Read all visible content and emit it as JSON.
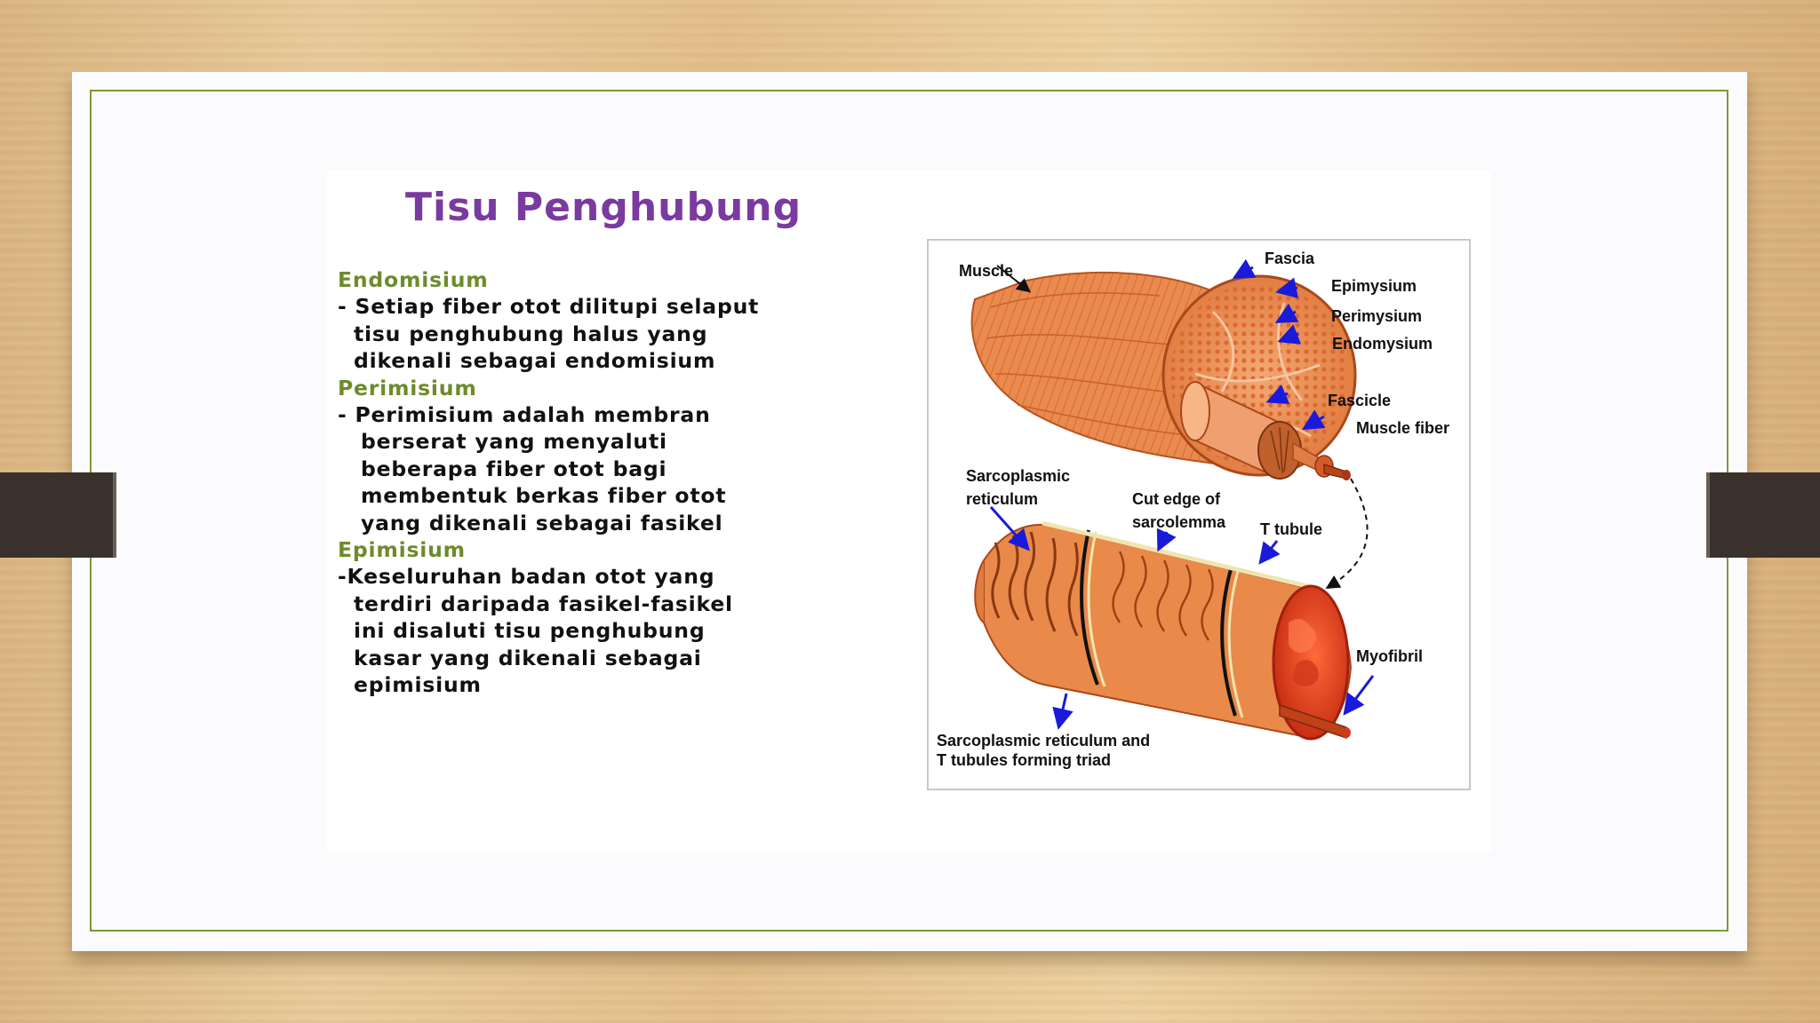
{
  "slide": {
    "title": "Tisu Penghubung",
    "sections": [
      {
        "heading": "Endomisium",
        "lines": [
          "- Setiap fiber otot dilitupi selaput",
          "tisu penghubung halus yang",
          "dikenali sebagai endomisium"
        ]
      },
      {
        "heading": "Perimisium",
        "lines": [
          "- Perimisium adalah membran",
          "berserat yang menyaluti",
          "beberapa fiber otot bagi",
          "membentuk berkas fiber otot",
          "yang dikenali sebagai fasikel"
        ]
      },
      {
        "heading": "Epimisium",
        "lines": [
          "-Keseluruhan badan otot yang",
          "terdiri daripada fasikel-fasikel",
          "ini disaluti tisu penghubung",
          "kasar yang dikenali sebagai",
          "epimisium"
        ]
      }
    ]
  },
  "diagram": {
    "labels": {
      "muscle": "Muscle",
      "fascia": "Fascia",
      "epimysium": "Epimysium",
      "perimysium": "Perimysium",
      "endomysium": "Endomysium",
      "fascicle": "Fascicle",
      "muscle_fiber": "Muscle fiber",
      "sr_line1": "Sarcoplasmic",
      "sr_line2": "reticulum",
      "cut_line1": "Cut edge of",
      "cut_line2": "sarcolemma",
      "t_tubule": "T tubule",
      "myofibril": "Myofibril",
      "triad_line1": "Sarcoplasmic reticulum and",
      "triad_line2": "T tubules forming triad"
    },
    "colors": {
      "muscle_orange": "#e8894a",
      "dots": "#d9652c",
      "arrow_blue": "#1a1adb",
      "myofibril_red": "#e33a1a"
    }
  }
}
